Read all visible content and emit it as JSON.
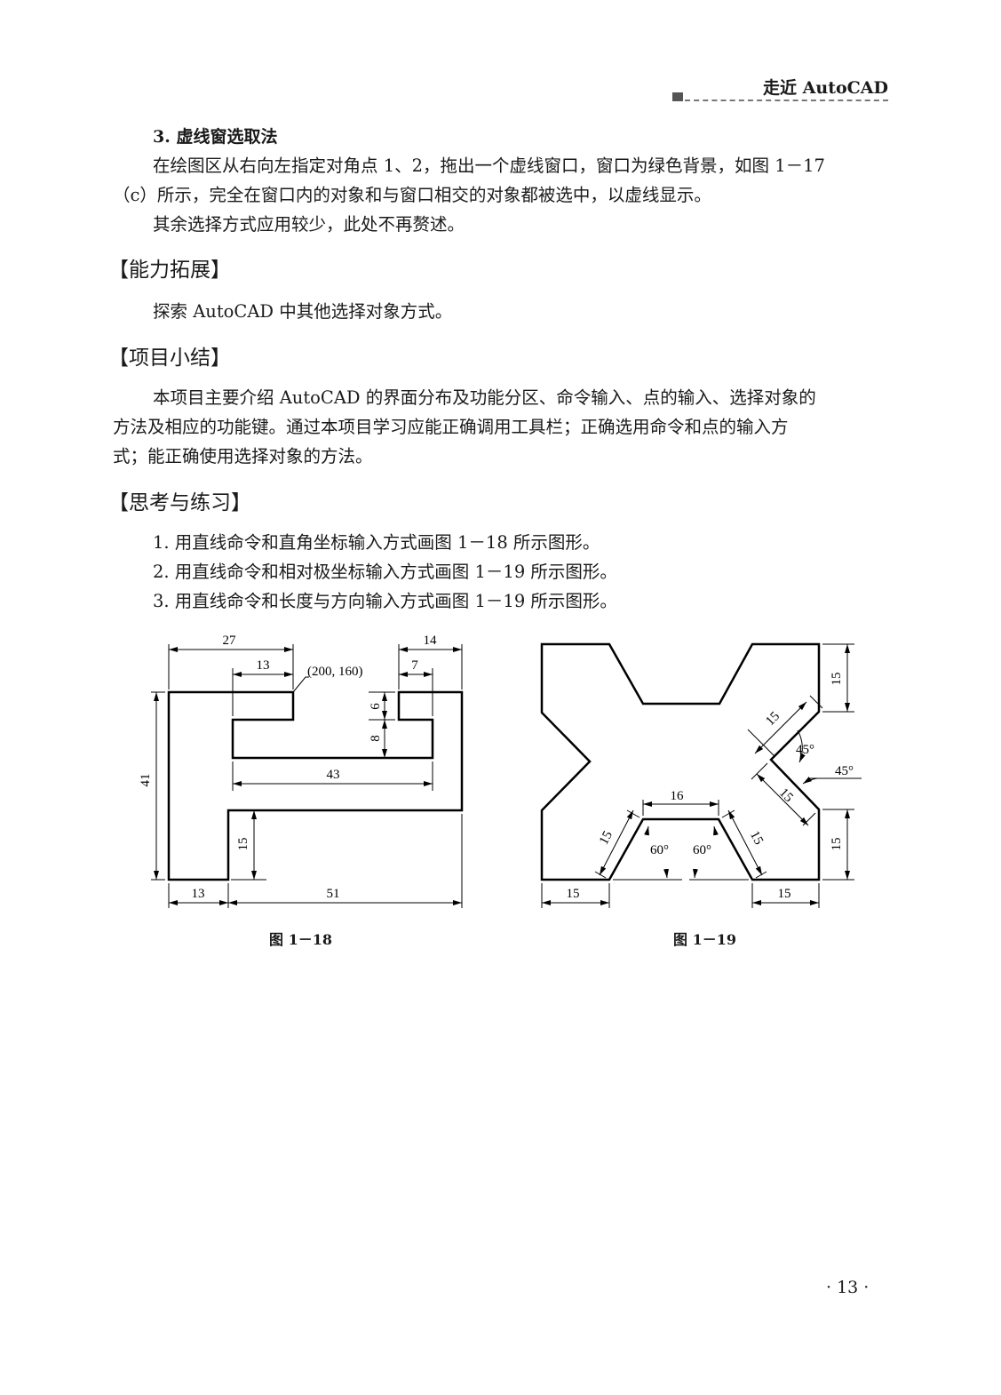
{
  "header": {
    "running_title": "走近 AutoCAD"
  },
  "method3": {
    "heading": "3. 虚线窗选取法",
    "line1": "在绘图区从右向左指定对角点 1、2，拖出一个虚线窗口，窗口为绿色背景，如图 1－17",
    "line2": "（c）所示，完全在窗口内的对象和与窗口相交的对象都被选中，以虚线显示。",
    "line3": "其余选择方式应用较少，此处不再赘述。"
  },
  "ability": {
    "heading": "【能力拓展】",
    "text": "探索 AutoCAD 中其他选择对象方式。"
  },
  "summary": {
    "heading": "【项目小结】",
    "line1": "本项目主要介绍 AutoCAD 的界面分布及功能分区、命令输入、点的输入、选择对象的",
    "line2": "方法及相应的功能键。通过本项目学习应能正确调用工具栏；正确选用命令和点的输入方",
    "line3": "式；能正确使用选择对象的方法。"
  },
  "exercises": {
    "heading": "【思考与练习】",
    "items": [
      "1. 用直线命令和直角坐标输入方式画图 1－18 所示图形。",
      "2. 用直线命令和相对极坐标输入方式画图 1－19 所示图形。",
      "3. 用直线命令和长度与方向输入方式画图 1－19 所示图形。"
    ]
  },
  "figure18": {
    "caption": "图 1－18",
    "dims": {
      "top_width": "27",
      "inner_top": "13",
      "point": "(200, 160)",
      "right_top": "14",
      "right_inner": "7",
      "notch_depth": "6",
      "slot_height": "8",
      "slot_width": "43",
      "height": "41",
      "leg_height": "15",
      "leg_width": "13",
      "bottom_width": "51"
    }
  },
  "figure19": {
    "caption": "图 1－19",
    "dims": {
      "right_top": "15",
      "slant_upper": "15",
      "angle_upper": "45°",
      "angle_right": "45°",
      "slant_right": "15",
      "notch_top": "16",
      "slant_left": "15",
      "slant_inner_right": "15",
      "angle_left": "60°",
      "angle_inner_right": "60°",
      "right_bottom": "15",
      "bottom_left": "15",
      "bottom_right": "15"
    }
  },
  "footer": {
    "page_number": "· 13 ·"
  }
}
